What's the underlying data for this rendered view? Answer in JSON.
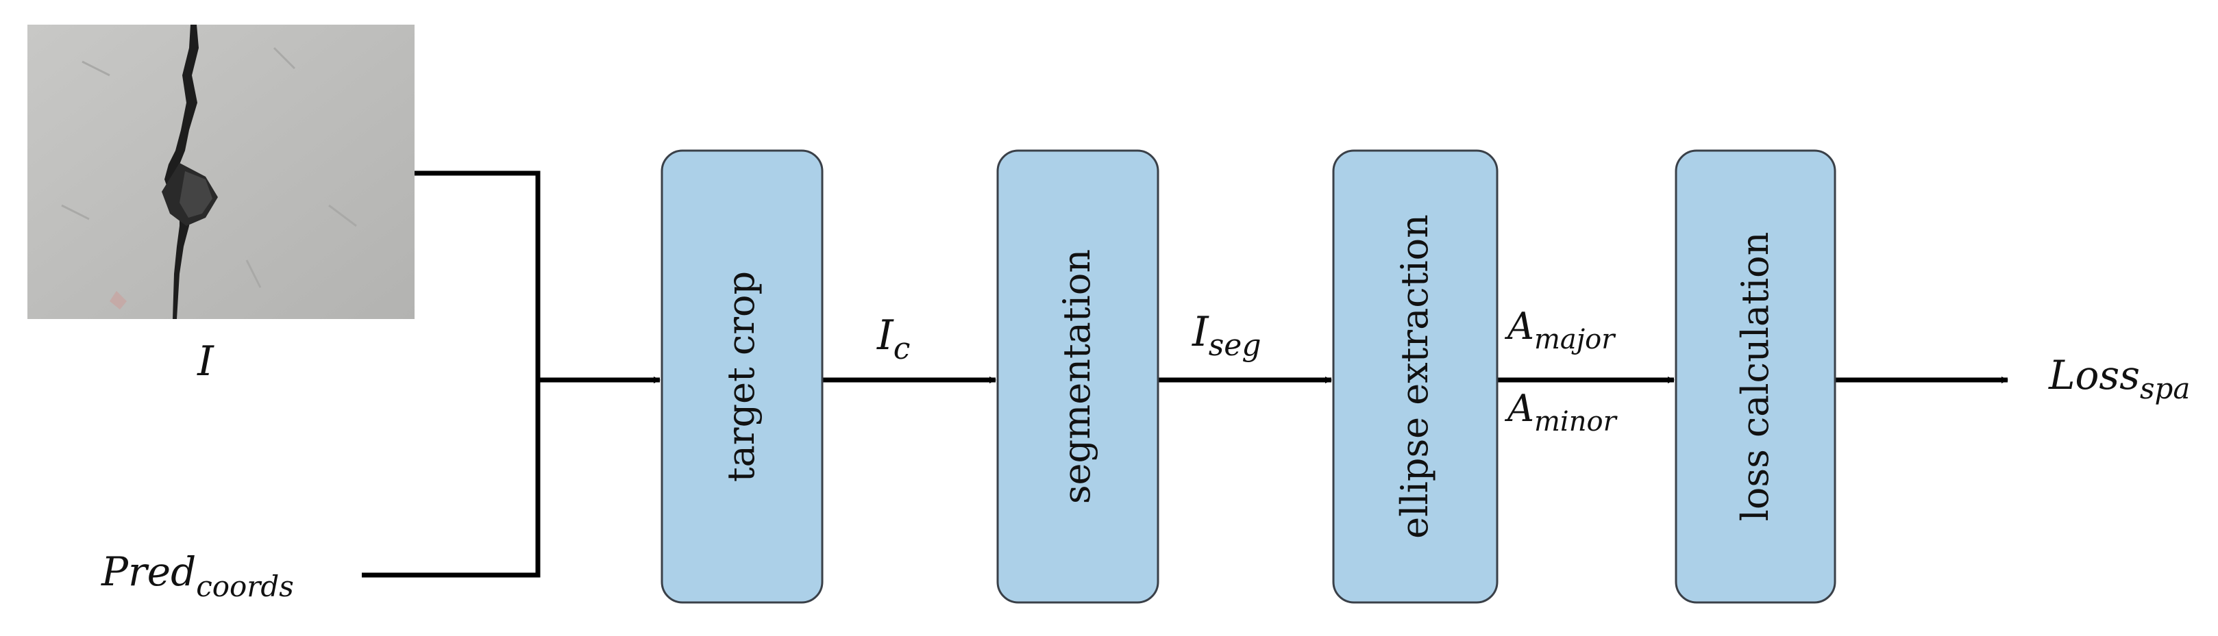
{
  "diagram": {
    "input_image_label": "I",
    "pred_coords": {
      "base": "Pred",
      "sub": "coords"
    },
    "blocks": [
      {
        "id": "target-crop",
        "label": "target crop"
      },
      {
        "id": "segmentation",
        "label": "segmentation"
      },
      {
        "id": "ellipse-extraction",
        "label": "ellipse extraction"
      },
      {
        "id": "loss-calculation",
        "label": "loss calculation"
      }
    ],
    "edge_labels": {
      "ic": {
        "base": "I",
        "sub": "c"
      },
      "iseg": {
        "base": "I",
        "sub": "seg"
      },
      "amajor": {
        "base": "A",
        "sub": "major"
      },
      "aminor": {
        "base": "A",
        "sub": "minor"
      },
      "loss": {
        "base": "Loss",
        "sub": "spa"
      }
    },
    "colors": {
      "block_fill": "#acd0e8",
      "block_stroke": "#3a4048",
      "line": "#000000"
    }
  }
}
